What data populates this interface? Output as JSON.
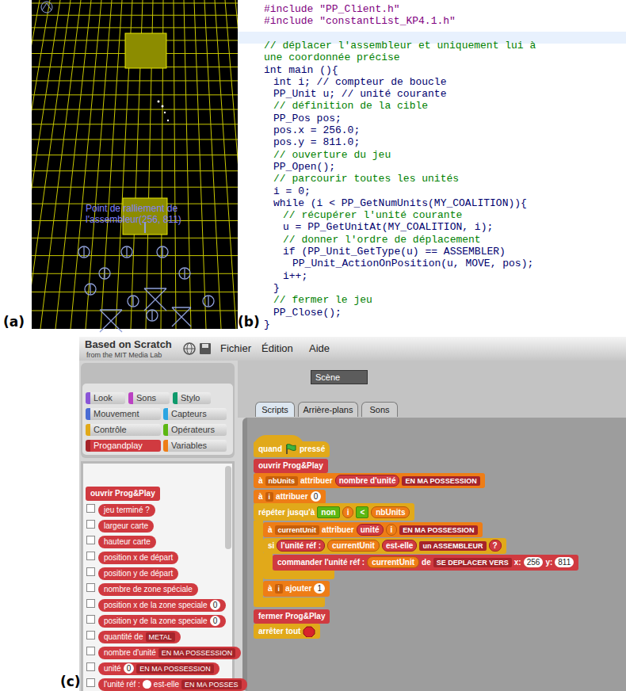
{
  "diagram": {
    "nodes": [
      {
        "text": [
          "Look"
        ]
      },
      {
        "text": [
          "Sons"
        ]
      },
      {
        "text": [
          "Stylo"
        ]
      },
      {
        "text": [
          "Mouvement"
        ]
      },
      {
        "text": [
          "Capteurs"
        ]
      },
      {
        "text": [
          "Contrôle"
        ]
      },
      {
        "text": [
          "Opérateurs"
        ]
      },
      {
        "text": [
          "Progandplay"
        ]
      },
      {
        "text": [
          "Variables"
        ]
      },
      {
        "text": [
          "Scène"
        ]
      },
      {
        "text": [
          "Scripts"
        ]
      },
      {
        "text": [
          "Arrière-plans"
        ]
      },
      {
        "text": [
          "Sons"
        ]
      },
      {
        "text": [
          "ouvrir Prog&Play"
        ]
      },
      {
        "text": [
          "jeu terminé ?"
        ]
      },
      {
        "text": [
          "largeur carte"
        ]
      },
      {
        "text": [
          "hauteur carte"
        ]
      },
      {
        "text": [
          "position x de départ"
        ]
      },
      {
        "text": [
          "position y de départ"
        ]
      },
      {
        "text": [
          "nombre de zone spéciale"
        ]
      },
      {
        "text": [
          "position x de la zone speciale",
          "0"
        ]
      },
      {
        "text": [
          "position y de la zone speciale",
          "0"
        ]
      },
      {
        "text": [
          "quantité de",
          "METAL"
        ]
      },
      {
        "text": [
          "nombre d'unité",
          "EN MA POSSESSION"
        ]
      },
      {
        "text": [
          "unité",
          "0",
          "EN MA POSSESSION"
        ]
      },
      {
        "text": [
          "l'unité réf :",
          "est-elle",
          "EN MA POSSES"
        ]
      },
      {
        "text": [
          "quand",
          "pressé"
        ]
      },
      {
        "text": [
          "ouvrir Prog&Play"
        ]
      },
      {
        "text": [
          "à",
          "nbUnits",
          "attribuer",
          "nombre d'unité",
          "EN MA POSSESSION"
        ]
      },
      {
        "text": [
          "à",
          "i",
          "attribuer",
          "0"
        ]
      },
      {
        "text": [
          "répéter jusqu'à",
          "non",
          "i",
          "<",
          "nbUnits"
        ]
      },
      {
        "text": [
          "à",
          "currentUnit",
          "attribuer",
          "unité",
          "i",
          "EN MA POSSESSION"
        ],
        "in": 30
      },
      {
        "text": [
          "si",
          "l'unité réf :",
          "currentUnit",
          "est-elle",
          "un ASSEMBLEUR",
          "?"
        ],
        "in": 30
      },
      {
        "text": [
          "commander l'unité réf :",
          "currentUnit",
          "de",
          "SE DEPLACER VERS",
          "x:",
          "256",
          "y:",
          "811"
        ],
        "in": 32
      },
      {
        "text": [
          "à",
          "i",
          "ajouter",
          "1"
        ],
        "in": 30
      },
      {
        "text": [
          "fermer Prog&Play"
        ]
      },
      {
        "text": [
          "arrêter tout"
        ]
      }
    ],
    "labels": [
      "(a)",
      "Point de ralliement de l'assembleur(256, 811)",
      "(b)",
      "#include \"PP_Client.h\"",
      "#include \"constantList_KP4.1.h\"",
      "// déplacer l'assembleur et uniquement lui à une coordonnée précise",
      "int main (){",
      "int i; // compteur de boucle",
      "PP_Unit u; // unité courante",
      "// définition de la cible",
      "PP_Pos pos;",
      "pos.x = 256.0;",
      "pos.y = 811.0;",
      "// ouverture du jeu",
      "PP_Open();",
      "// parcourir toutes les unités",
      "i = 0;",
      "while (i < PP_GetNumUnits(MY_COALITION)){",
      "// récupérer l'unité courante",
      "u = PP_GetUnitAt(MY_COALITION, i);",
      "// donner l'ordre de déplacement",
      "if (PP_Unit_GetType(u) == ASSEMBLER)",
      "PP_Unit_ActionOnPosition(u, MOVE, pos);",
      "i++;",
      "}",
      "// fermer le jeu",
      "PP_Close();",
      "}",
      "Based on Scratch",
      "from the MIT Media Lab",
      "Fichier",
      "Édition",
      "Aide",
      "(c)"
    ]
  }
}
